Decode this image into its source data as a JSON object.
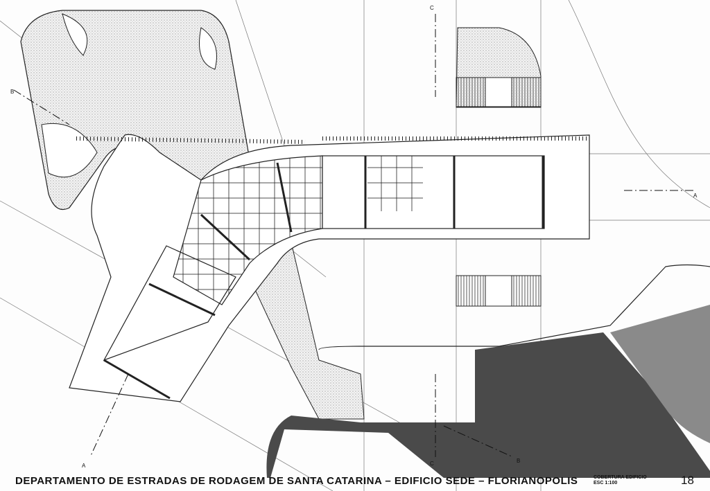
{
  "drawing": {
    "title": "DEPARTAMENTO DE ESTRADAS DE RODAGEM DE SANTA CATARINA  –  EDIFICIO SEDE  –  FLORIANOPOLIS",
    "sheet_title": "COBERTURA EDIFICIO",
    "scale": "ESC 1:100",
    "sheet_number": "18",
    "section_marks": [
      "A",
      "B",
      "C"
    ]
  }
}
